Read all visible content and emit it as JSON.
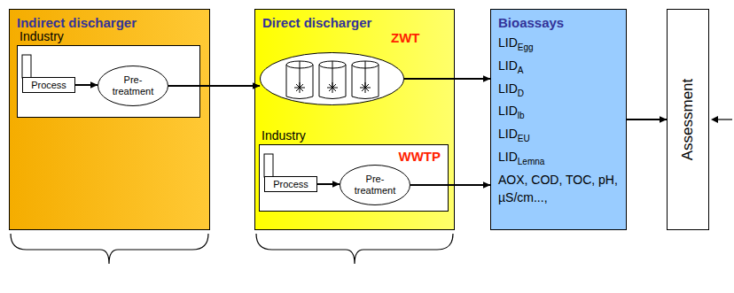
{
  "diagram": {
    "nodes": [
      {
        "text": [
          "Indirect discharger"
        ]
      },
      {
        "text": [
          "Industry"
        ],
        "in": 0
      },
      {
        "text": [
          "Process"
        ],
        "in": 1
      },
      {
        "text": [
          "Pre-treatment"
        ],
        "in": 1
      },
      {
        "text": [
          "Direct discharger"
        ]
      },
      {
        "text": [
          "ZWT"
        ],
        "in": 4
      },
      {
        "text": [
          "Industry",
          "WWTP"
        ],
        "in": 4
      },
      {
        "text": [
          "Process"
        ],
        "in": 6
      },
      {
        "text": [
          "Pre-treatment"
        ],
        "in": 6
      },
      {
        "text": [
          "Bioassays",
          "LIDEgg",
          "LIDA",
          "LIDD",
          "LIDlb",
          "LIDEU",
          "LIDLemna",
          "AOX, COD, TOC, pH, µS/cm...,"
        ]
      },
      {
        "text": [
          "Assessment"
        ]
      }
    ],
    "edges": [
      {
        "from": 2,
        "to": 3,
        "arrow": "to"
      },
      {
        "from": 3,
        "to": 5,
        "arrow": "to"
      },
      {
        "from": 5,
        "to": 9,
        "arrow": "to"
      },
      {
        "from": 7,
        "to": 8,
        "arrow": "to"
      },
      {
        "from": 8,
        "to": 9,
        "arrow": "to"
      },
      {
        "from": 9,
        "to": 10,
        "arrow": "to"
      }
    ]
  }
}
